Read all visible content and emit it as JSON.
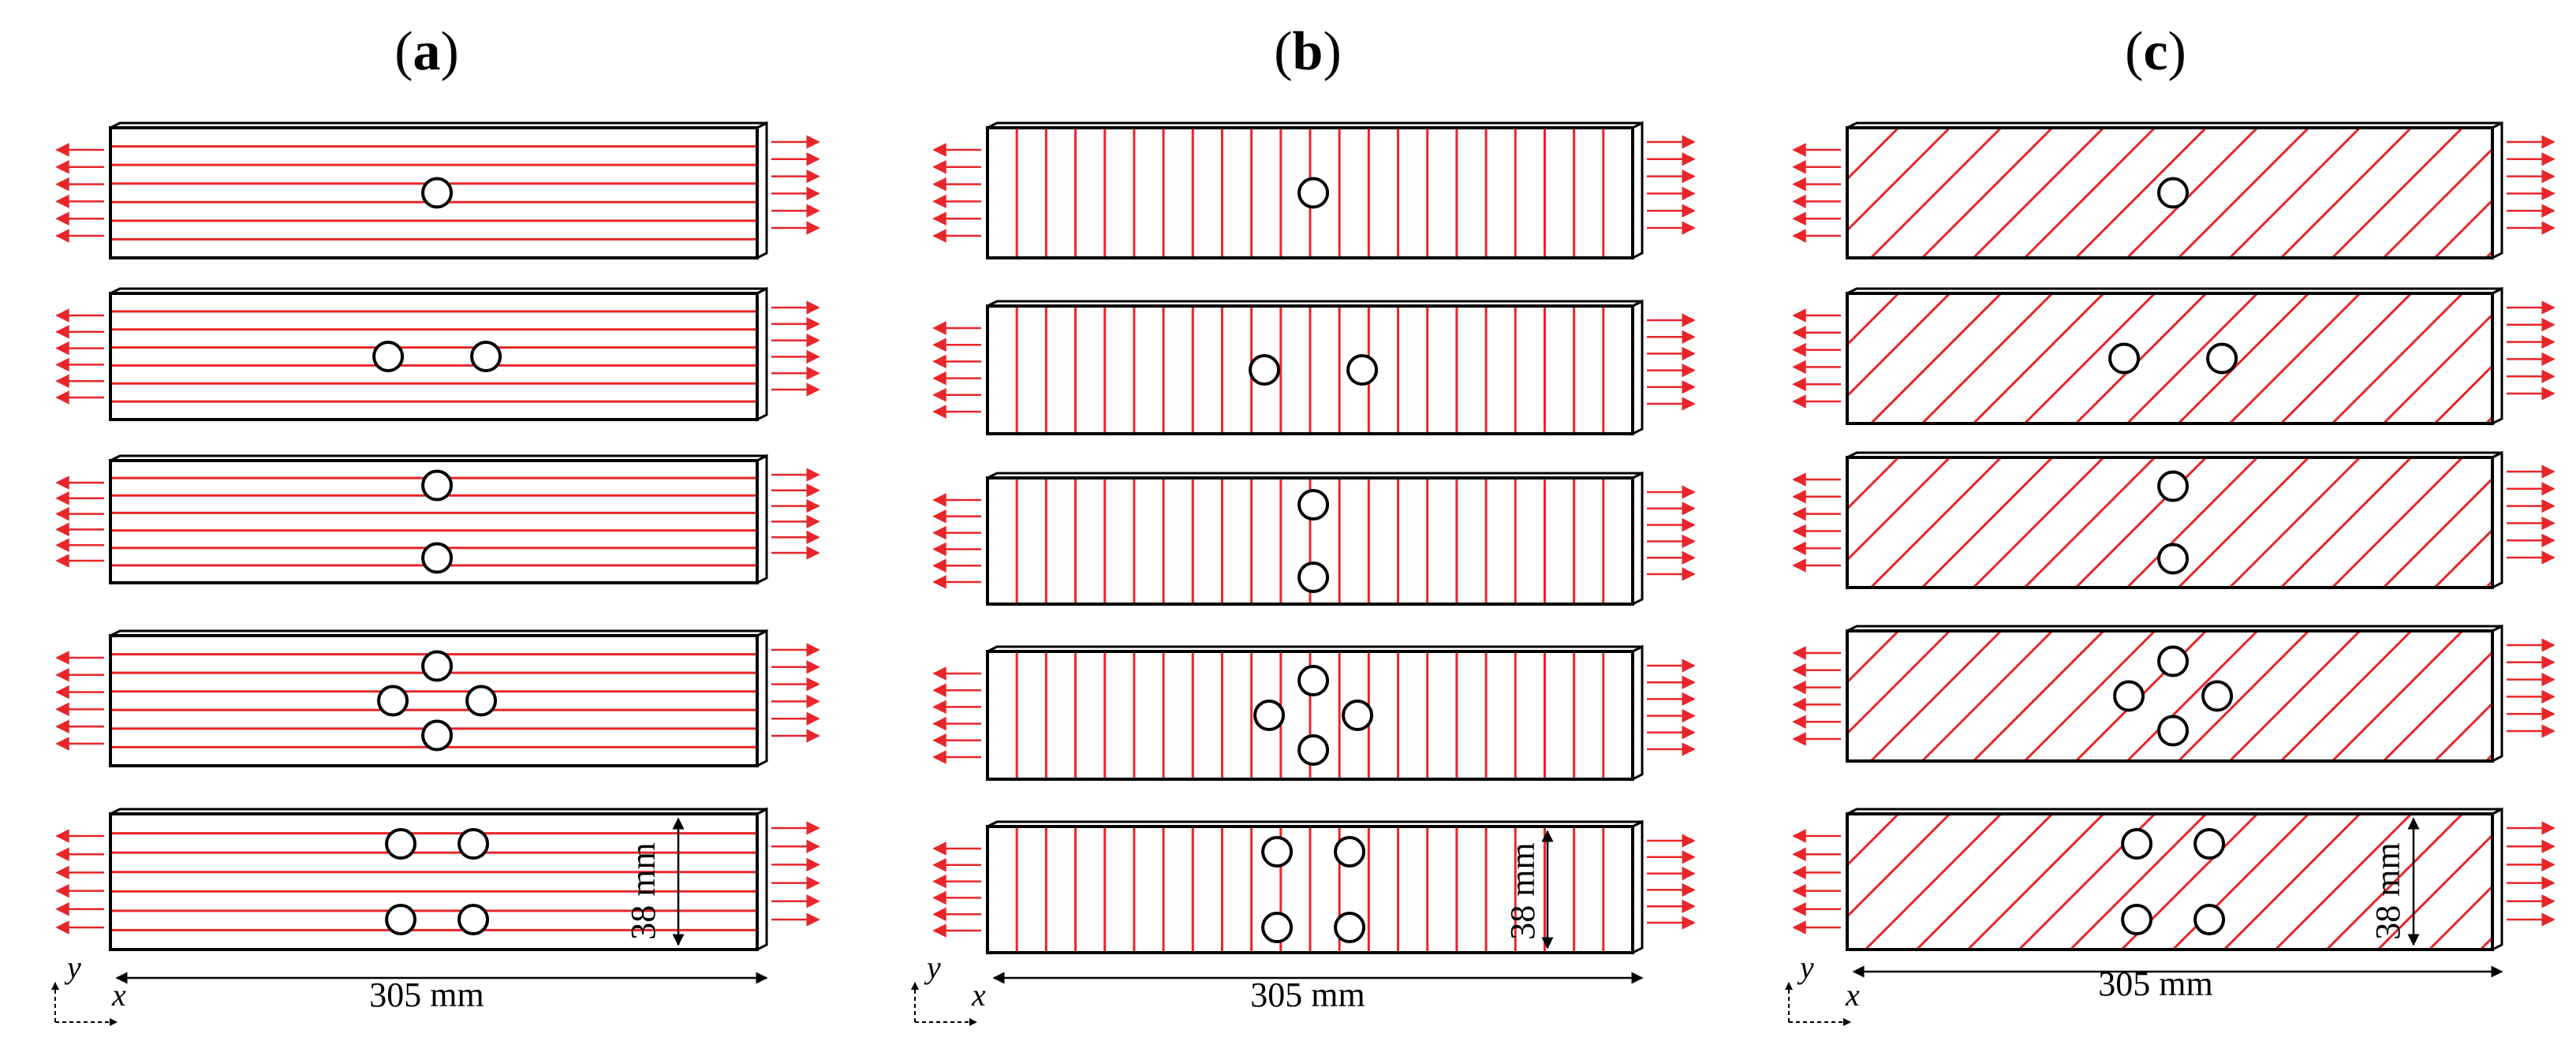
{
  "figure": {
    "panels": [
      {
        "label_open": "(",
        "label_letter": "a",
        "label_close": ")",
        "fiber_orientation": "0°",
        "width_label": "305 mm",
        "height_label": "38 mm",
        "axis_x": "x",
        "axis_y": "y",
        "specimens": [
          "one hole",
          "two holes horizontal",
          "two holes vertical",
          "four holes diamond",
          "four holes square"
        ]
      },
      {
        "label_open": "(",
        "label_letter": "b",
        "label_close": ")",
        "fiber_orientation": "90°",
        "width_label": "305 mm",
        "height_label": "38 mm",
        "axis_x": "x",
        "axis_y": "y",
        "specimens": [
          "one hole",
          "two holes horizontal",
          "two holes vertical",
          "four holes diamond",
          "four holes square"
        ]
      },
      {
        "label_open": "(",
        "label_letter": "c",
        "label_close": ")",
        "fiber_orientation": "45°",
        "width_label": "305 mm",
        "height_label": "38 mm",
        "axis_x": "x",
        "axis_y": "y",
        "specimens": [
          "one hole",
          "two holes horizontal",
          "two holes vertical",
          "four holes diamond",
          "four holes square"
        ]
      }
    ],
    "colors": {
      "fiber": "#e8262a",
      "arrow": "#e8262a",
      "outline": "#000000"
    }
  }
}
